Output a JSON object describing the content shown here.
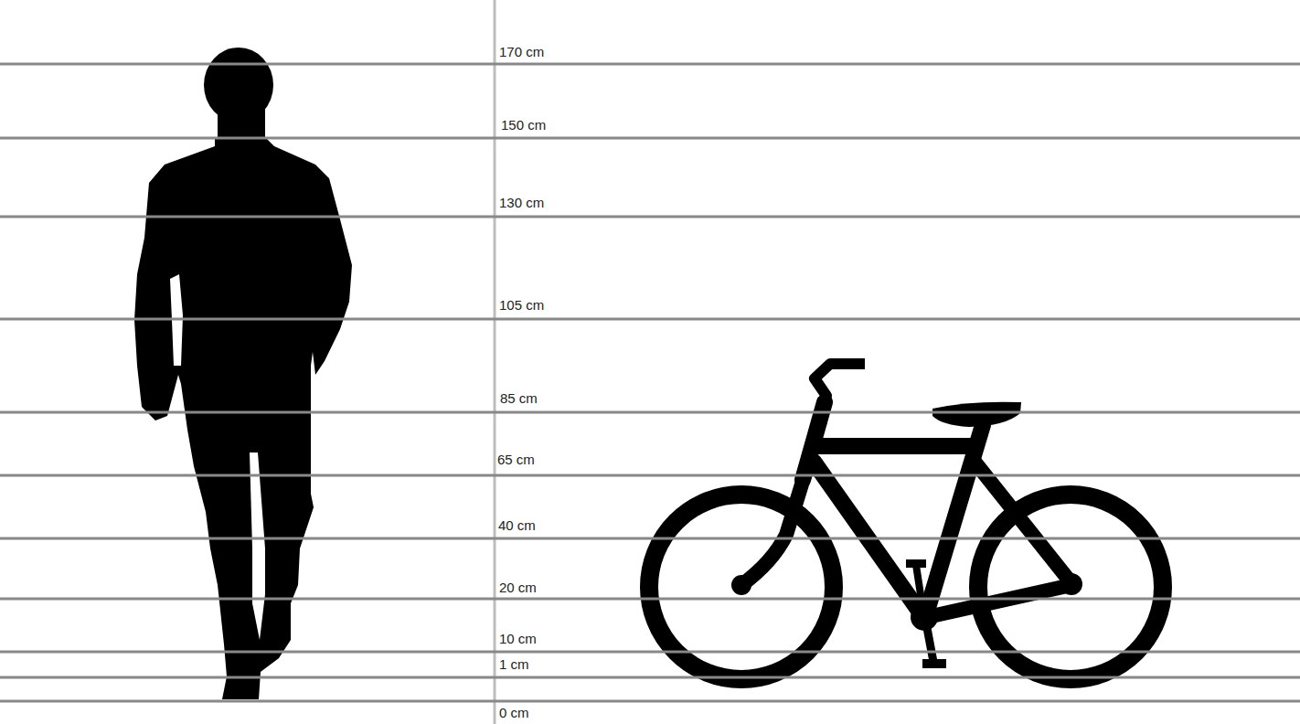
{
  "diagram": {
    "labels": [
      "170 cm",
      "150 cm",
      "130 cm",
      "105 cm",
      "85 cm",
      "65 cm",
      "40 cm",
      "20 cm",
      "10 cm",
      "1 cm",
      "0 cm"
    ]
  }
}
